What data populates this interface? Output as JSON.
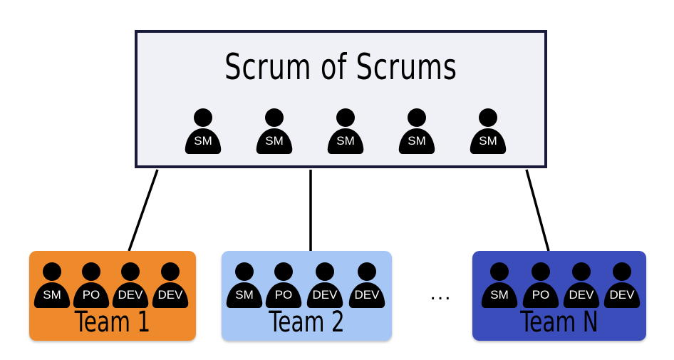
{
  "scrum_of_scrums": {
    "title": "Scrum of Scrums",
    "fill": "#f0f1f6",
    "border": "#1a1a3a",
    "members": [
      "SM",
      "SM",
      "SM",
      "SM",
      "SM"
    ]
  },
  "teams": [
    {
      "label": "Team 1",
      "color": "#ef8a2c",
      "members": [
        "SM",
        "PO",
        "DEV",
        "DEV"
      ]
    },
    {
      "label": "Team 2",
      "color": "#a6c6f5",
      "members": [
        "SM",
        "PO",
        "DEV",
        "DEV"
      ]
    },
    {
      "label": "Team N",
      "color": "#3a4dbb",
      "members": [
        "SM",
        "PO",
        "DEV",
        "DEV"
      ]
    }
  ],
  "ellipsis": "...",
  "person_color": "#000000",
  "line_color": "#000000",
  "icons": {
    "person": "person-icon"
  }
}
